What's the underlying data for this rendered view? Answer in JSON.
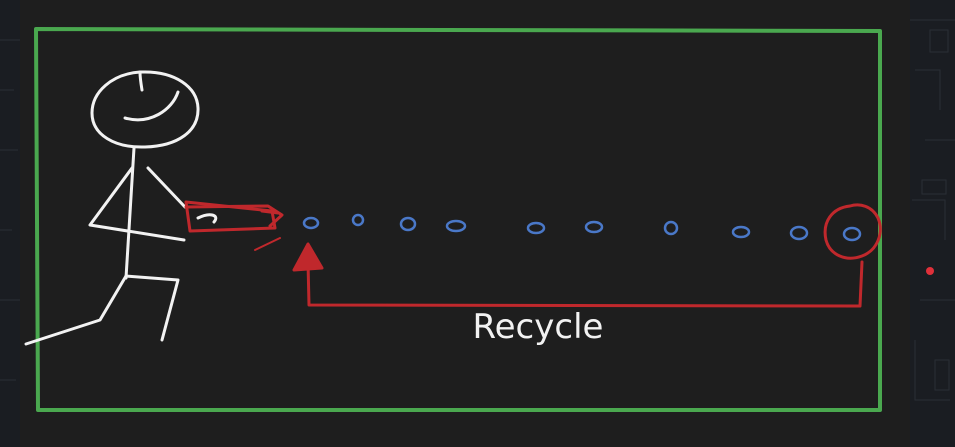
{
  "diagram": {
    "label_recycle": "Recycle",
    "colors": {
      "canvas": "#1e1e1e",
      "background": "#1a1d22",
      "frame": "#4aa84f",
      "figure": "#f2f2f2",
      "gun": "#c0282c",
      "bullets": "#4a78c8",
      "recycle_path": "#c0282c",
      "label": "#f2f2f2",
      "indicator": "#e0303a"
    },
    "elements": {
      "person": "stick-figure",
      "weapon": "rectangle-shooter",
      "projectiles": "small-ovals",
      "target": "circled-last-projectile",
      "return": "arrow-back-to-start"
    }
  }
}
